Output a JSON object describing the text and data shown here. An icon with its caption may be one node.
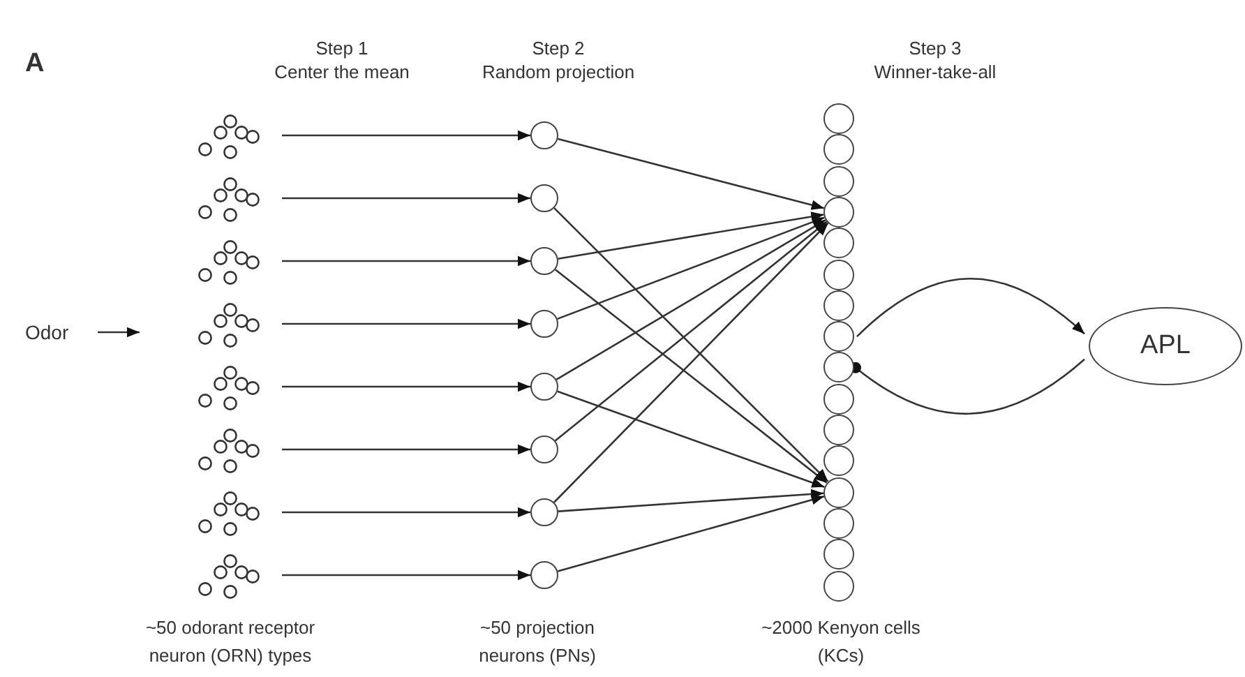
{
  "diagram": {
    "nodes": [
      {
        "text": [
          "Odor"
        ]
      },
      {
        "text": [],
        "shape": "cluster"
      },
      {
        "text": [],
        "shape": "cluster"
      },
      {
        "text": [],
        "shape": "cluster"
      },
      {
        "text": [],
        "shape": "cluster"
      },
      {
        "text": [],
        "shape": "cluster"
      },
      {
        "text": [],
        "shape": "cluster"
      },
      {
        "text": [],
        "shape": "cluster"
      },
      {
        "text": [],
        "shape": "cluster"
      },
      {
        "text": [],
        "shape": "circle"
      },
      {
        "text": [],
        "shape": "circle"
      },
      {
        "text": [],
        "shape": "circle"
      },
      {
        "text": [],
        "shape": "circle"
      },
      {
        "text": [],
        "shape": "circle"
      },
      {
        "text": [],
        "shape": "circle"
      },
      {
        "text": [],
        "shape": "circle"
      },
      {
        "text": [],
        "shape": "circle"
      },
      {
        "text": [],
        "shape": "circle"
      },
      {
        "text": [],
        "shape": "circle"
      },
      {
        "text": [],
        "shape": "circle"
      },
      {
        "text": [],
        "shape": "circle"
      },
      {
        "text": [],
        "shape": "circle"
      },
      {
        "text": [],
        "shape": "circle"
      },
      {
        "text": [],
        "shape": "circle"
      },
      {
        "text": [],
        "shape": "circle"
      },
      {
        "text": [],
        "shape": "circle"
      },
      {
        "text": [],
        "shape": "circle"
      },
      {
        "text": [],
        "shape": "circle"
      },
      {
        "text": [],
        "shape": "circle"
      },
      {
        "text": [],
        "shape": "circle"
      },
      {
        "text": [],
        "shape": "circle"
      },
      {
        "text": [],
        "shape": "circle"
      },
      {
        "text": [],
        "shape": "circle"
      },
      {
        "text": [
          "APL"
        ]
      }
    ],
    "edges": [
      {
        "from": 0,
        "to": null,
        "arrow": "to"
      },
      {
        "from": 1,
        "to": 9,
        "arrow": "to"
      },
      {
        "from": 2,
        "to": 10,
        "arrow": "to"
      },
      {
        "from": 3,
        "to": 11,
        "arrow": "to"
      },
      {
        "from": 4,
        "to": 12,
        "arrow": "to"
      },
      {
        "from": 5,
        "to": 13,
        "arrow": "to"
      },
      {
        "from": 6,
        "to": 14,
        "arrow": "to"
      },
      {
        "from": 7,
        "to": 15,
        "arrow": "to"
      },
      {
        "from": 8,
        "to": 16,
        "arrow": "to"
      },
      {
        "from": 9,
        "to": 20,
        "arrow": "to"
      },
      {
        "from": 10,
        "to": 29,
        "arrow": "to"
      },
      {
        "from": 11,
        "to": 20,
        "arrow": "to"
      },
      {
        "from": 11,
        "to": 29,
        "arrow": "to"
      },
      {
        "from": 12,
        "to": 20,
        "arrow": "to"
      },
      {
        "from": 13,
        "to": 20,
        "arrow": "to"
      },
      {
        "from": 13,
        "to": 29,
        "arrow": "to"
      },
      {
        "from": 14,
        "to": 20,
        "arrow": "to"
      },
      {
        "from": 15,
        "to": 20,
        "arrow": "to"
      },
      {
        "from": 15,
        "to": 29,
        "arrow": "to"
      },
      {
        "from": 16,
        "to": 29,
        "arrow": "to"
      },
      {
        "from": 24,
        "to": 33,
        "arrow": "to"
      },
      {
        "from": 33,
        "to": 25,
        "arrow": "other"
      }
    ],
    "labels": [
      "A",
      "Step 1",
      "Center the mean",
      "Step 2",
      "Random projection",
      "Step 3",
      "Winner-take-all",
      "~50 odorant receptor neuron (ORN) types",
      "~50 projection neurons (PNs)",
      "~2000 Kenyon cells (KCs)"
    ]
  }
}
